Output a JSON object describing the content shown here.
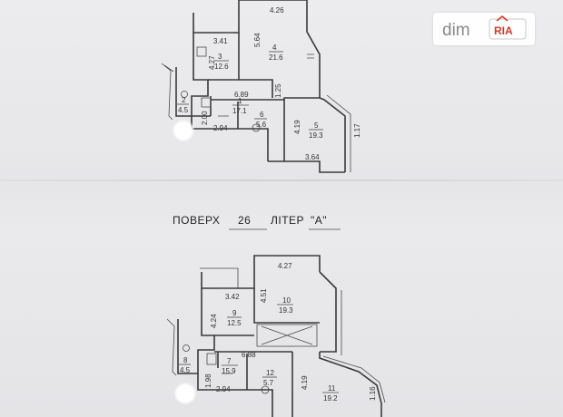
{
  "watermark": {
    "brand": "dim",
    "badge": "RIA"
  },
  "caption": {
    "floor_label": "ПОВЕРХ",
    "floor_number": "26",
    "building_label": "ЛІТЕР",
    "building_letter": "\"А\""
  },
  "colors": {
    "paper": "#e9e9eb",
    "ink": "#333333",
    "badge_red": "#d23a2a"
  },
  "plans": [
    {
      "dimensions": [
        "4.26",
        "5.64",
        "3.41",
        "4.27",
        "6.89",
        "1.25",
        "2.00",
        "2.94",
        "4.19",
        "1.17",
        "3.64"
      ],
      "rooms": [
        {
          "number": "4",
          "area": "21.6"
        },
        {
          "number": "3",
          "area": "12.6"
        },
        {
          "number": "2",
          "area": "4.5"
        },
        {
          "number": "1",
          "area": "17.1"
        },
        {
          "number": "6",
          "area": "5.6"
        },
        {
          "number": "5",
          "area": "19.3"
        }
      ]
    },
    {
      "dimensions": [
        "4.27",
        "4.51",
        "3.42",
        "4.24",
        "6.88",
        "1.98",
        "2.94",
        "4.19",
        "1.16"
      ],
      "rooms": [
        {
          "number": "10",
          "area": "19.3"
        },
        {
          "number": "9",
          "area": "12.5"
        },
        {
          "number": "8",
          "area": "4.5"
        },
        {
          "number": "7",
          "area": "15.9"
        },
        {
          "number": "12",
          "area": "5.7"
        },
        {
          "number": "11",
          "area": "19.2"
        }
      ]
    }
  ]
}
